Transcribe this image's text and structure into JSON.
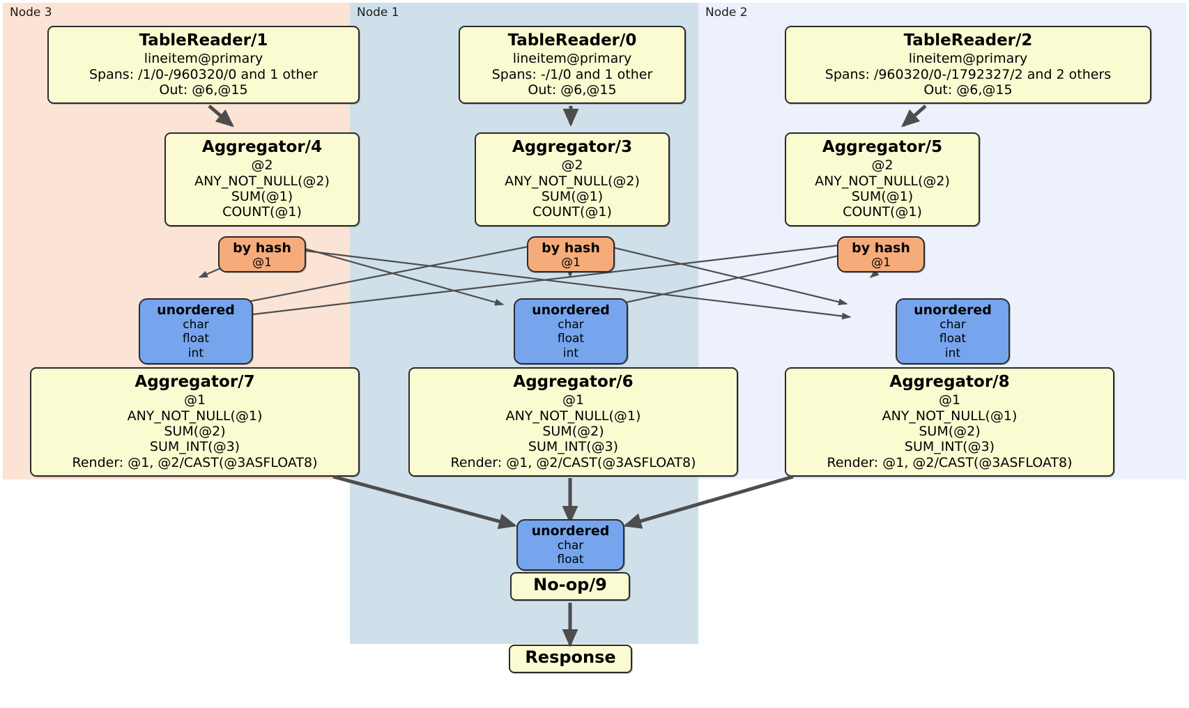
{
  "diagram": {
    "type": "distributed-query-plan",
    "colors": {
      "node3_panel": "#fbe3d6",
      "node1_panel": "#cfe0ea",
      "node2_panel": "#ecf1fb",
      "processor_box": "#fbfbd2",
      "hash_router": "#f5ac7a",
      "unordered_router": "#76a5ee",
      "edge": "#4d4d4d",
      "border": "#2b2b2b"
    }
  },
  "panels": [
    {
      "id": "node3",
      "label": "Node 3"
    },
    {
      "id": "node1",
      "label": "Node 1"
    },
    {
      "id": "node2",
      "label": "Node 2"
    }
  ],
  "processors": {
    "table_reader_1": {
      "title": "TableReader/1",
      "lines": [
        "lineitem@primary",
        "Spans: /1/0-/960320/0 and 1 other",
        "Out: @6,@15"
      ]
    },
    "table_reader_0": {
      "title": "TableReader/0",
      "lines": [
        "lineitem@primary",
        "Spans: -/1/0 and 1 other",
        "Out: @6,@15"
      ]
    },
    "table_reader_2": {
      "title": "TableReader/2",
      "lines": [
        "lineitem@primary",
        "Spans: /960320/0-/1792327/2 and 2 others",
        "Out: @6,@15"
      ]
    },
    "aggregator_4": {
      "title": "Aggregator/4",
      "lines": [
        "@2",
        "ANY_NOT_NULL(@2)",
        "SUM(@1)",
        "COUNT(@1)"
      ]
    },
    "aggregator_3": {
      "title": "Aggregator/3",
      "lines": [
        "@2",
        "ANY_NOT_NULL(@2)",
        "SUM(@1)",
        "COUNT(@1)"
      ]
    },
    "aggregator_5": {
      "title": "Aggregator/5",
      "lines": [
        "@2",
        "ANY_NOT_NULL(@2)",
        "SUM(@1)",
        "COUNT(@1)"
      ]
    },
    "aggregator_7": {
      "title": "Aggregator/7",
      "lines": [
        "@1",
        "ANY_NOT_NULL(@1)",
        "SUM(@2)",
        "SUM_INT(@3)",
        "Render: @1, @2/CAST(@3ASFLOAT8)"
      ]
    },
    "aggregator_6": {
      "title": "Aggregator/6",
      "lines": [
        "@1",
        "ANY_NOT_NULL(@1)",
        "SUM(@2)",
        "SUM_INT(@3)",
        "Render: @1, @2/CAST(@3ASFLOAT8)"
      ]
    },
    "aggregator_8": {
      "title": "Aggregator/8",
      "lines": [
        "@1",
        "ANY_NOT_NULL(@1)",
        "SUM(@2)",
        "SUM_INT(@3)",
        "Render: @1, @2/CAST(@3ASFLOAT8)"
      ]
    },
    "noop_9": {
      "title": "No-op/9"
    },
    "response": {
      "title": "Response"
    }
  },
  "routers": {
    "hash_left": {
      "title": "by hash",
      "lines": [
        "@1"
      ]
    },
    "hash_center": {
      "title": "by hash",
      "lines": [
        "@1"
      ]
    },
    "hash_right": {
      "title": "by hash",
      "lines": [
        "@1"
      ]
    },
    "unordered_left": {
      "title": "unordered",
      "lines": [
        "char",
        "float",
        "int"
      ]
    },
    "unordered_center": {
      "title": "unordered",
      "lines": [
        "char",
        "float",
        "int"
      ]
    },
    "unordered_right": {
      "title": "unordered",
      "lines": [
        "char",
        "float",
        "int"
      ]
    },
    "unordered_final": {
      "title": "unordered",
      "lines": [
        "char",
        "float"
      ]
    }
  }
}
